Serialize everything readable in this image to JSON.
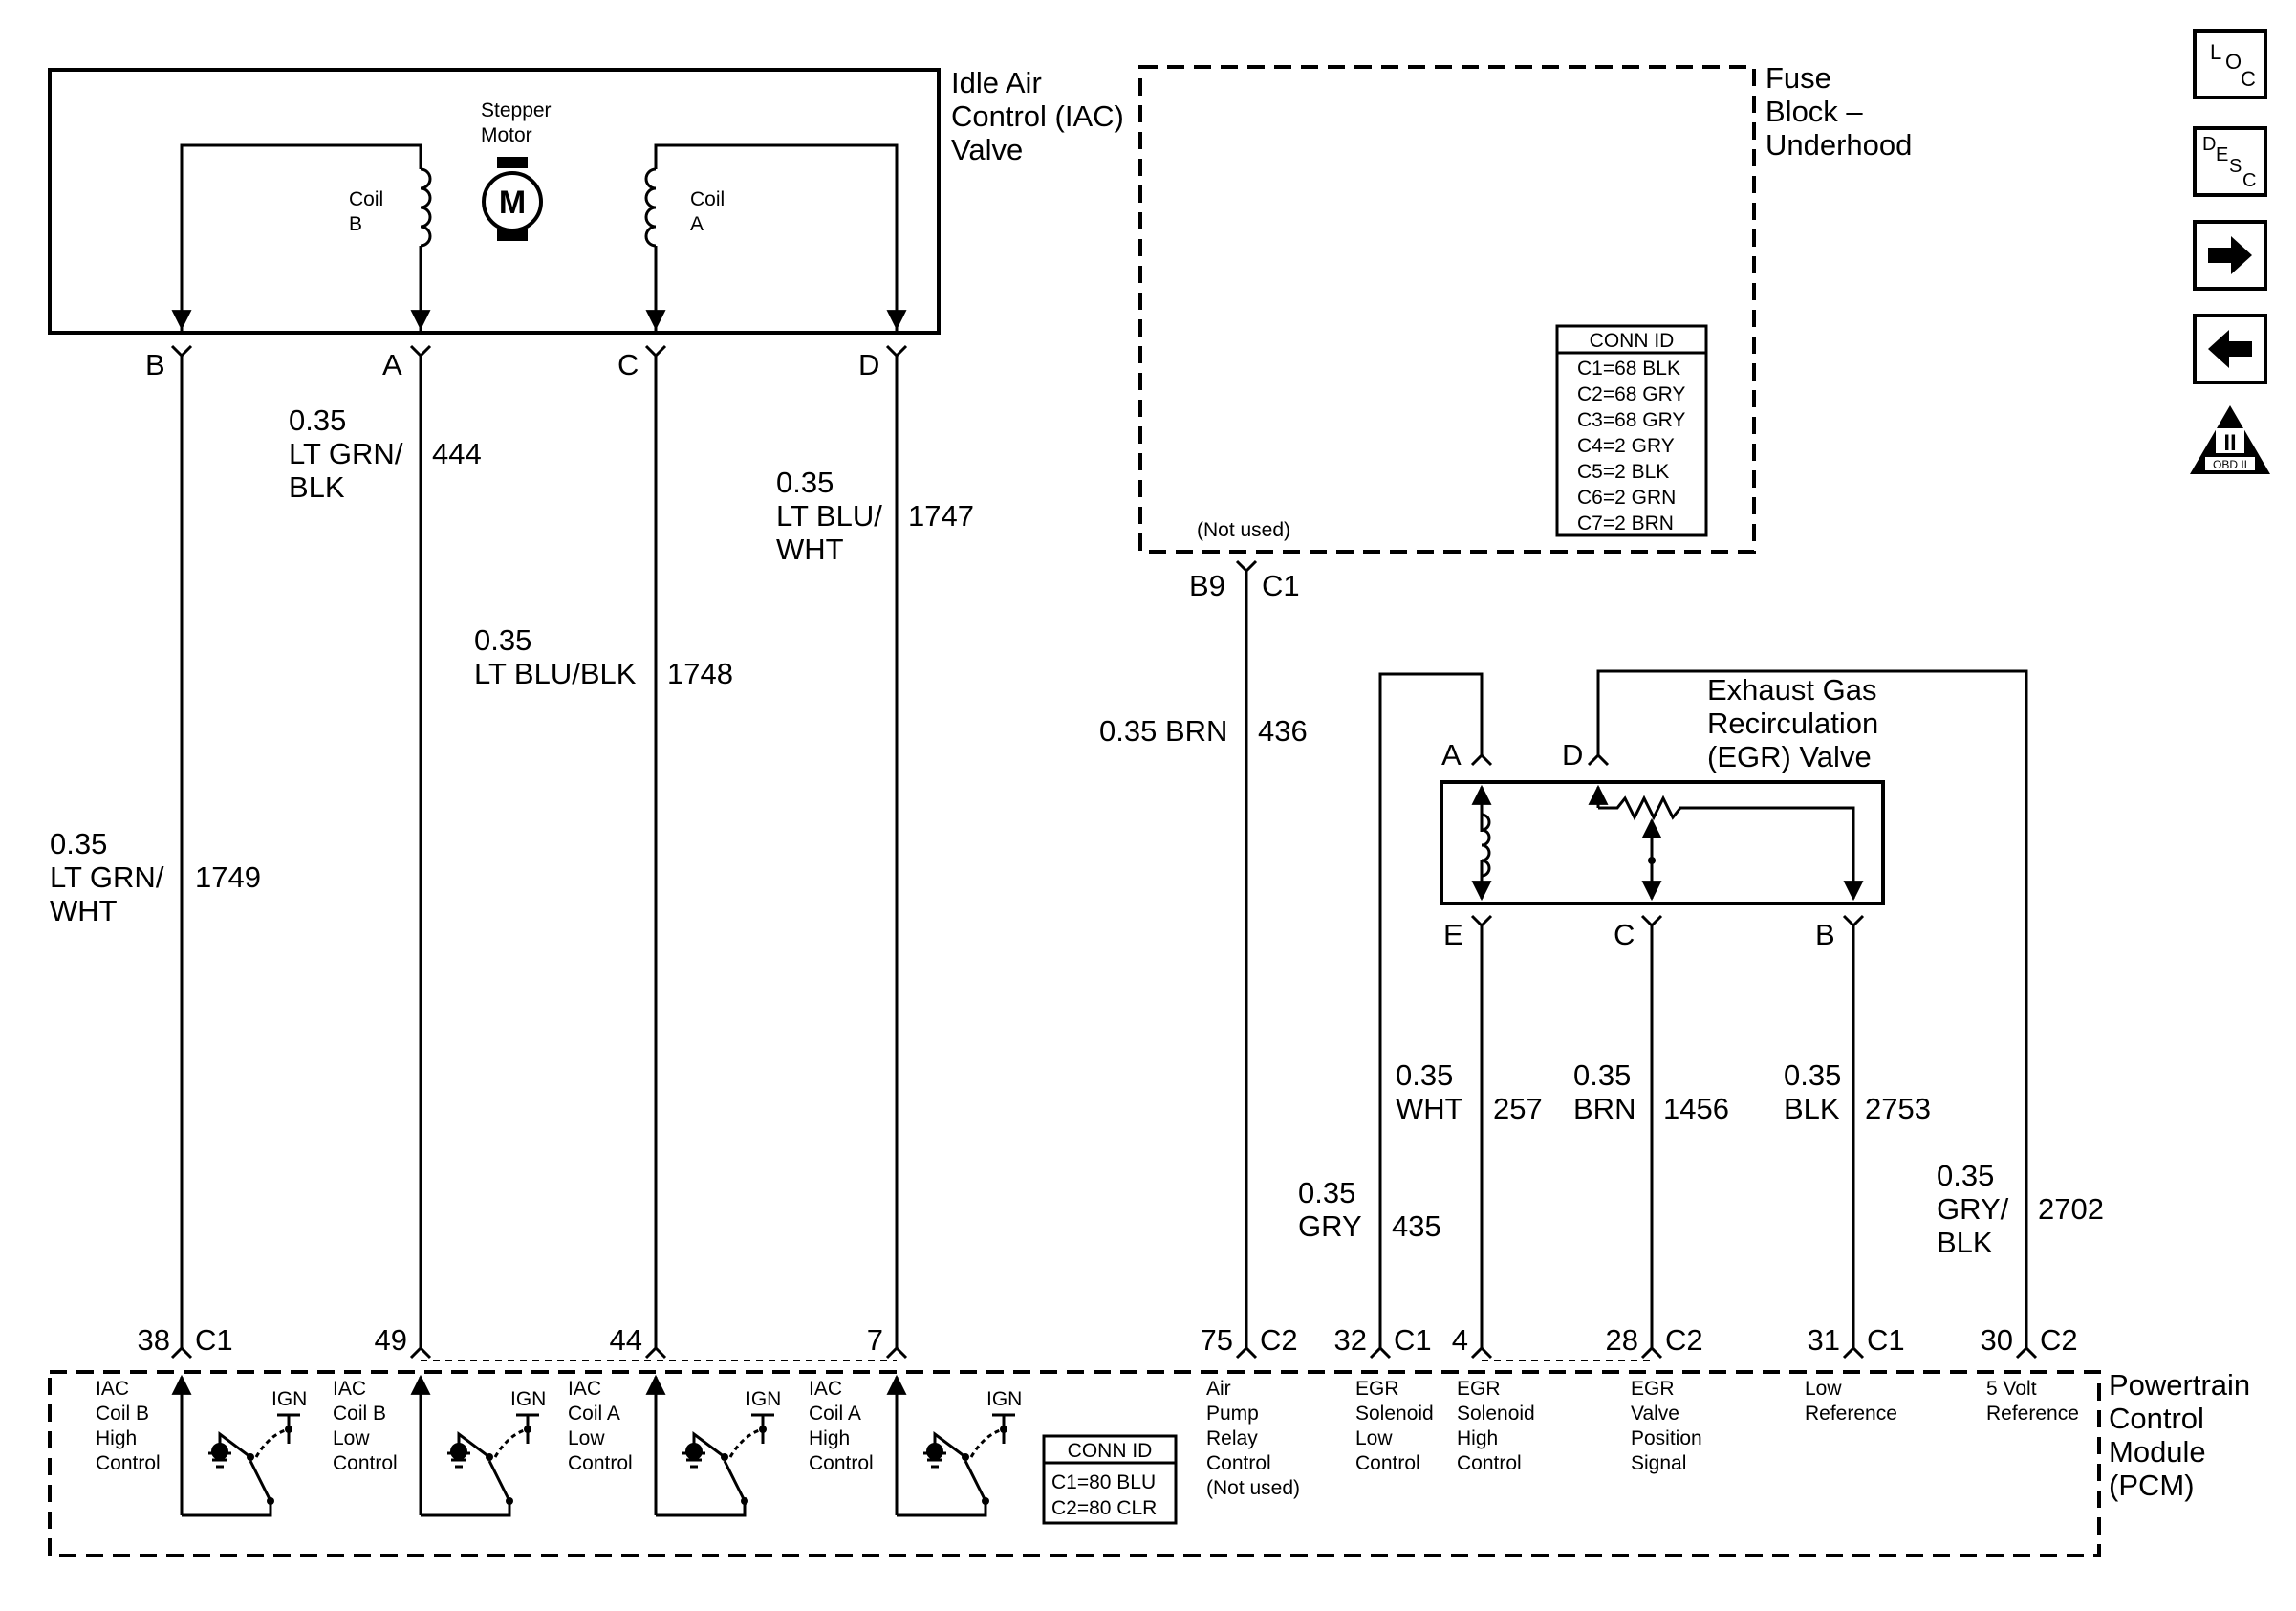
{
  "iac_valve": {
    "title_lines": [
      "Idle Air",
      "Control (IAC)",
      "Valve"
    ],
    "stepper_lines": [
      "Stepper",
      "Motor"
    ],
    "motor_symbol": "M",
    "coil_b_lines": [
      "Coil",
      "B"
    ],
    "coil_a_lines": [
      "Coil",
      "A"
    ],
    "pins": [
      "B",
      "A",
      "C",
      "D"
    ]
  },
  "fuse_block": {
    "title_lines": [
      "Fuse",
      "Block –",
      "Underhood"
    ],
    "conn_id": {
      "header": "CONN ID",
      "rows": [
        "C1=68 BLK",
        "C2=68 GRY",
        "C3=68 GRY",
        "C4=2 GRY",
        "C5=2 BLK",
        "C6=2 GRN",
        "C7=2 BRN"
      ]
    },
    "not_used": "(Not used)",
    "pin": "B9",
    "connector": "C1"
  },
  "egr_valve": {
    "title_lines": [
      "Exhaust Gas",
      "Recirculation",
      "(EGR) Valve"
    ],
    "pins_top": [
      "A",
      "D"
    ],
    "pins_bottom": [
      "E",
      "C",
      "B"
    ]
  },
  "wires": [
    {
      "lines": [
        "0.35",
        "LT GRN/",
        "WHT"
      ],
      "circuit": "1749"
    },
    {
      "lines": [
        "0.35",
        "LT GRN/",
        "BLK"
      ],
      "circuit": "444"
    },
    {
      "lines": [
        "0.35",
        "LT BLU/BLK"
      ],
      "circuit": "1748"
    },
    {
      "lines": [
        "0.35",
        "LT BLU/",
        "WHT"
      ],
      "circuit": "1747"
    },
    {
      "lines": [
        "0.35 BRN"
      ],
      "circuit": "436"
    },
    {
      "lines": [
        "0.35",
        "GRY"
      ],
      "circuit": "435"
    },
    {
      "lines": [
        "0.35",
        "WHT"
      ],
      "circuit": "257"
    },
    {
      "lines": [
        "0.35",
        "BRN"
      ],
      "circuit": "1456"
    },
    {
      "lines": [
        "0.35",
        "BLK"
      ],
      "circuit": "2753"
    },
    {
      "lines": [
        "0.35",
        "GRY/",
        "BLK"
      ],
      "circuit": "2702"
    }
  ],
  "pcm": {
    "title_lines": [
      "Powertrain",
      "Control",
      "Module",
      "(PCM)"
    ],
    "pins": [
      {
        "pin": "38",
        "conn": "C1"
      },
      {
        "pin": "49",
        "conn": ""
      },
      {
        "pin": "44",
        "conn": ""
      },
      {
        "pin": "7",
        "conn": ""
      },
      {
        "pin": "75",
        "conn": "C2"
      },
      {
        "pin": "32",
        "conn": "C1"
      },
      {
        "pin": "4",
        "conn": ""
      },
      {
        "pin": "28",
        "conn": "C2"
      },
      {
        "pin": "31",
        "conn": "C1"
      },
      {
        "pin": "30",
        "conn": "C2"
      }
    ],
    "functions": [
      [
        "IAC",
        "Coil B",
        "High",
        "Control"
      ],
      [
        "IAC",
        "Coil B",
        "Low",
        "Control"
      ],
      [
        "IAC",
        "Coil A",
        "Low",
        "Control"
      ],
      [
        "IAC",
        "Coil A",
        "High",
        "Control"
      ],
      [
        "Air",
        "Pump",
        "Relay",
        "Control",
        "(Not used)"
      ],
      [
        "EGR",
        "Solenoid",
        "Low",
        "Control"
      ],
      [
        "EGR",
        "Solenoid",
        "High",
        "Control"
      ],
      [
        "EGR",
        "Valve",
        "Position",
        "Signal"
      ],
      [
        "Low",
        "Reference"
      ],
      [
        "5 Volt",
        "Reference"
      ]
    ],
    "ign_label": "IGN",
    "conn_id": {
      "header": "CONN ID",
      "rows": [
        "C1=80 BLU",
        "C2=80 CLR"
      ]
    }
  },
  "nav": {
    "loc": [
      "L",
      "O",
      "C"
    ],
    "desc": [
      "D",
      "E",
      "S",
      "C"
    ],
    "obd_numeral": "II",
    "obd_label": "OBD II"
  }
}
